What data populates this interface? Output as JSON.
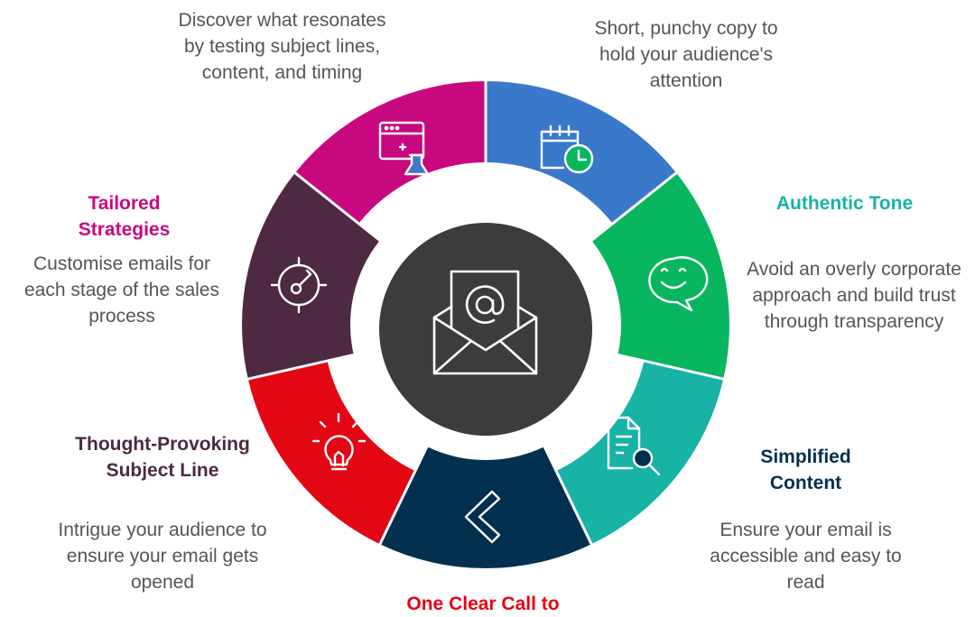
{
  "colors": {
    "blue": "#3A78C9",
    "green": "#08B65F",
    "teal": "#18B2A6",
    "navy": "#04304F",
    "red": "#E30613",
    "plum": "#4D2942",
    "magenta": "#C8087F",
    "hub": "#3C3C3C",
    "gap": "#ffffff"
  },
  "segments": [
    {
      "key": "ab-testing",
      "color": "#3A78C9",
      "icon": "browser-flask-icon",
      "title": "",
      "desc": "Discover what resonates by testing subject lines, content, and timing"
    },
    {
      "key": "concise-copy",
      "color": "#08B65F",
      "icon": "calendar-clock-icon",
      "title": "",
      "desc": "Short, punchy copy to hold your audience's attention"
    },
    {
      "key": "authentic-tone",
      "color": "#18B2A6",
      "icon": "smile-chat-icon",
      "title": "Authentic Tone",
      "desc": "Avoid an overly corporate approach and build trust through transparency"
    },
    {
      "key": "simplified-content",
      "color": "#04304F",
      "icon": "document-search-icon",
      "title": "Simplified Content",
      "desc": "Ensure your email is accessible and easy to read"
    },
    {
      "key": "call-to-action",
      "color": "#E30613",
      "icon": "chevron-left-icon",
      "title": "One Clear Call to",
      "desc": ""
    },
    {
      "key": "subject-line",
      "color": "#4D2942",
      "icon": "lightbulb-icon",
      "title": "Thought-Provoking Subject Line",
      "desc": "Intrigue your audience to ensure your email gets opened"
    },
    {
      "key": "tailored-strategies",
      "color": "#C8087F",
      "icon": "target-dial-icon",
      "title": "Tailored Strategies",
      "desc": "Customise emails for each stage of the sales process"
    }
  ],
  "hub": {
    "icon": "email-at-icon"
  }
}
